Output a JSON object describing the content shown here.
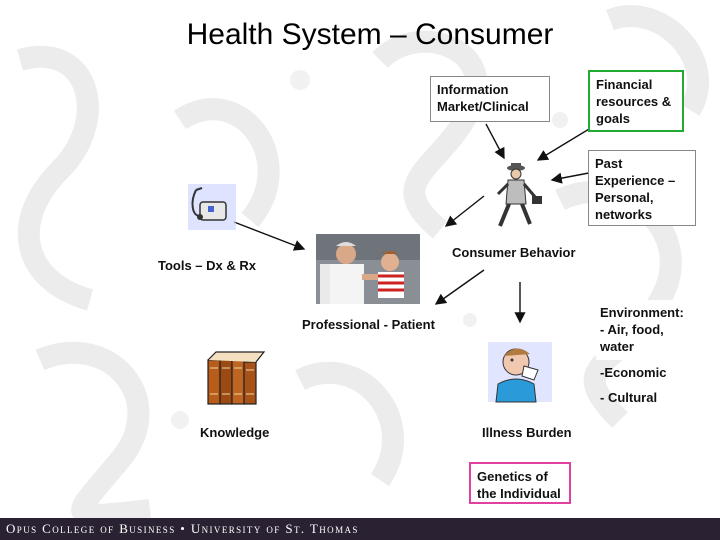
{
  "slide": {
    "title": "Health System – Consumer",
    "colors": {
      "green_box": "#22aa33",
      "pink_box": "#e040a0",
      "footer_bg": "#2a2233",
      "watermark": "#ececec"
    }
  },
  "boxes": {
    "information": {
      "line1": "Information",
      "line2": "Market/Clinical"
    },
    "financial": {
      "line1": "Financial",
      "line2": "resources &",
      "line3": "goals"
    },
    "past_experience": {
      "line1": "Past",
      "line2": "Experience –",
      "line3": "Personal,",
      "line4": "networks"
    },
    "environment": {
      "line1": "Environment:",
      "line2": "- Air, food,",
      "line3": "water"
    },
    "genetics": {
      "line1": "Genetics of",
      "line2": "the Individual"
    }
  },
  "labels": {
    "consumer_behavior": "Consumer Behavior",
    "tools": "Tools – Dx & Rx",
    "professional_patient": "Professional - Patient",
    "economic": "-Economic",
    "cultural": "- Cultural",
    "knowledge": "Knowledge",
    "illness_burden": "Illness Burden"
  },
  "icons": [
    "doctor-bag-icon",
    "walking-man-icon",
    "doctor-child-photo",
    "books-icon",
    "sick-person-icon"
  ],
  "footer": {
    "text": "Opus College of Business • University of St. Thomas"
  }
}
